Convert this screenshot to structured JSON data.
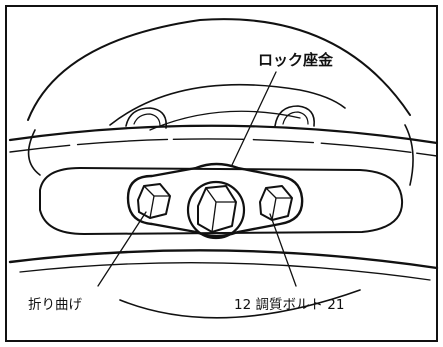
{
  "labels": {
    "lock_washer": "ロック座金",
    "bend": "折り曲げ",
    "bolt": "12 調質ボルト 21"
  }
}
